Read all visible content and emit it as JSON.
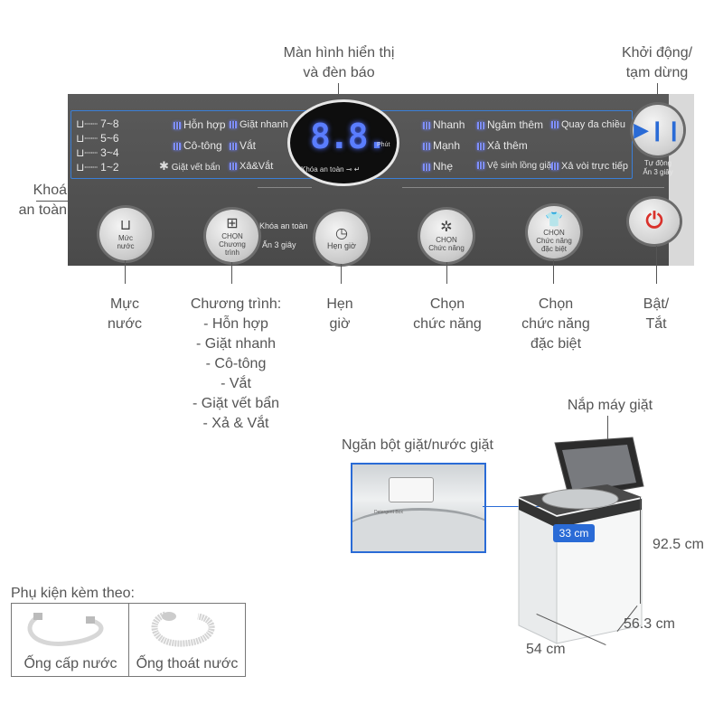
{
  "callouts": {
    "display": [
      "Màn hình hiển thị",
      "và đèn báo"
    ],
    "start_pause": [
      "Khởi động/",
      "tạm dừng"
    ],
    "safety_lock": [
      "Khoá",
      "an toàn"
    ],
    "water_level": [
      "Mực",
      "nước"
    ],
    "program_title": "Chương trình:",
    "program_items": [
      "- Hỗn hợp",
      "- Giặt nhanh",
      "- Cô-tông",
      "- Vắt",
      "- Giặt vết bẩn",
      "- Xả & Vắt"
    ],
    "timer": [
      "Hẹn",
      "giờ"
    ],
    "function": [
      "Chọn",
      "chức năng"
    ],
    "special": [
      "Chọn",
      "chức năng",
      "đặc biệt"
    ],
    "power": [
      "Bật/",
      "Tắt"
    ],
    "lid": "Nắp máy giặt",
    "detergent": "Ngăn bột giặt/nước giặt",
    "height": "92.5 cm",
    "depth": "56.3 cm",
    "width": "54 cm"
  },
  "panel": {
    "levels": [
      "7~8",
      "5~6",
      "3~4",
      "1~2"
    ],
    "programs_col1": [
      "Hỗn hợp",
      "Cô-tông",
      "Giặt vết bẩn"
    ],
    "programs_col2": [
      "Giặt nhanh",
      "Vắt",
      "Xả&Vắt"
    ],
    "display_digits": "8.8.",
    "display_unit": "Phút",
    "display_lock": "Khóa an toàn",
    "functions_col1": [
      "Nhanh",
      "Mạnh",
      "Nhẹ"
    ],
    "functions_col2": [
      "Ngâm thêm",
      "Xả thêm",
      "Vệ sinh lồng giặt"
    ],
    "functions_col3": [
      "Quay đa chiều",
      "Xả vòi trực tiếp"
    ],
    "autostart": [
      "Tự động",
      "Ấn 3 giây"
    ],
    "lock_label": "Khóa an toàn",
    "lock_hint": "Ấn 3 giây",
    "btn_water": [
      "Mức",
      "nước"
    ],
    "btn_program": [
      "CHỌN",
      "Chương",
      "trình"
    ],
    "btn_timer": "Hẹn giờ",
    "btn_function": [
      "CHỌN",
      "Chức năng"
    ],
    "btn_special": [
      "CHỌN",
      "Chức năng",
      "đặc biệt"
    ]
  },
  "machine": {
    "drawer_text": "Detergent  Box",
    "panel_display": "33 cm"
  },
  "accessories": {
    "title": "Phụ kiện kèm theo:",
    "items": [
      "Ống cấp nước",
      "Ống thoát nước"
    ]
  },
  "colors": {
    "panel": "#4f4f4f",
    "led": "#5a7dff",
    "power_red": "#d9312b",
    "play_blue": "#2a6bd6"
  }
}
